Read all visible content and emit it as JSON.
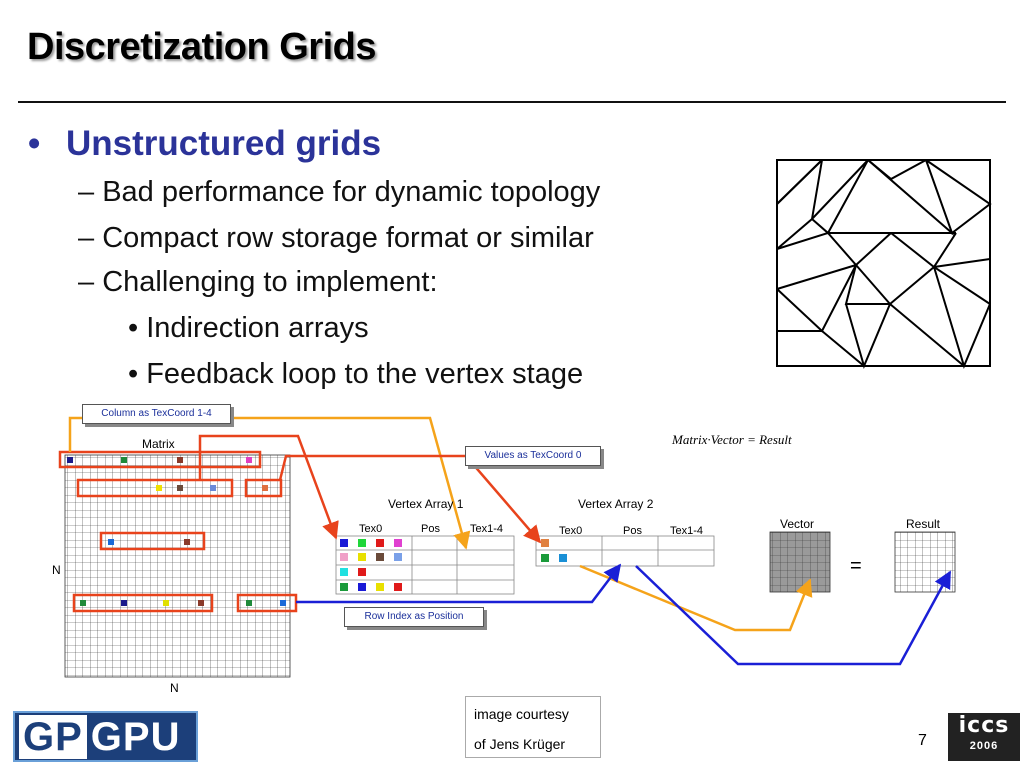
{
  "slide": {
    "title": "Discretization Grids",
    "bullet": "Unstructured grids",
    "bullet_marker": "•",
    "sub_items": [
      "Bad performance for dynamic topology",
      "Compact row storage format or similar",
      "Challenging to implement:"
    ],
    "sub_marker": "–",
    "sub_sub_items": [
      "Indirection arrays",
      "Feedback loop to the vertex stage"
    ],
    "sub_sub_marker": "•"
  },
  "diagram": {
    "callout_column": "Column as TexCoord 1-4",
    "callout_values": "Values as TexCoord 0",
    "callout_row": "Row Index as Position",
    "matrix_label": "Matrix",
    "n_left": "N",
    "n_bottom": "N",
    "vertex_array_1": "Vertex Array 1",
    "vertex_array_2": "Vertex Array 2",
    "col_tex0": "Tex0",
    "col_pos": "Pos",
    "col_tex14": "Tex1-4",
    "vector_label": "Vector",
    "result_label": "Result",
    "equation": "Matrix·Vector = Result",
    "equals_sign": "=",
    "colors": {
      "orange_arrow": "#f5a31a",
      "red_arrow": "#e8431c",
      "blue_arrow": "#1a1fd6",
      "highlight": "#e8431c"
    }
  },
  "footer": {
    "courtesy_line1": "image courtesy",
    "courtesy_line2": "of Jens Krüger",
    "page_number": "7",
    "logo_left_part1": "GP",
    "logo_left_part2": "GPU",
    "logo_right_top": "iccs",
    "logo_right_bottom": "2006"
  }
}
